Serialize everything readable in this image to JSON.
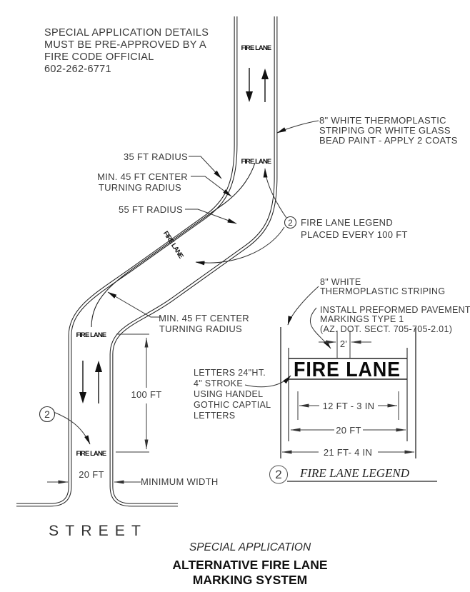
{
  "approval_note": {
    "lines": [
      "SPECIAL APPLICATION DETAILS",
      "MUST BE PRE-APPROVED BY A",
      "FIRE CODE OFFICIAL",
      "602-262-6771"
    ]
  },
  "road": {
    "fire_lane": "FIRE LANE",
    "street": "STREET"
  },
  "striping_note": {
    "lines": [
      "8\" WHITE THERMOPLASTIC",
      "STRIPING OR WHITE GLASS",
      "BEAD PAINT - APPLY  2 COATS"
    ]
  },
  "radius_labels": {
    "r35": "35 FT RADIUS",
    "r45_line1": "MIN. 45 FT CENTER",
    "r45_line2": "TURNING RADIUS",
    "r55": "55 FT RADIUS"
  },
  "legend_note": {
    "number": "2",
    "line1": "FIRE LANE LEGEND",
    "line2": "PLACED EVERY 100 FT"
  },
  "lower_radius_note": {
    "line1": "MIN. 45 FT CENTER",
    "line2": "TURNING RADIUS"
  },
  "dimensions": {
    "length": "100 FT",
    "width": "20 FT",
    "width_note": "MINIMUM WIDTH"
  },
  "callout_lower": {
    "number": "2"
  },
  "detail": {
    "striping_note": {
      "lines": [
        "8\" WHITE",
        "THERMOPLASTIC STRIPING"
      ]
    },
    "install_note": {
      "lines": [
        "INSTALL PREFORMED PAVEMENT",
        "MARKINGS TYPE 1",
        "(AZ. DOT. SECT. 705-705-2.01)"
      ]
    },
    "letters_note": {
      "lines": [
        "LETTERS 24\"HT.",
        "4\" STROKE",
        "USING HANDEL",
        "GOTHIC CAPTIAL",
        "LETTERS"
      ]
    },
    "pavement_text": "FIRE LANE",
    "dim_gap": "2'",
    "dim_letters": "12 FT - 3 IN",
    "dim_inner": "20 FT",
    "dim_outer": "21 FT- 4 IN",
    "title_number": "2",
    "title": "FIRE LANE LEGEND"
  },
  "footer": {
    "subtitle": "SPECIAL APPLICATION",
    "title_line1": "ALTERNATIVE FIRE LANE",
    "title_line2": "MARKING SYSTEM"
  },
  "colors": {
    "line": "#222222",
    "text": "#3a3a3a",
    "arrow": "#111111"
  }
}
